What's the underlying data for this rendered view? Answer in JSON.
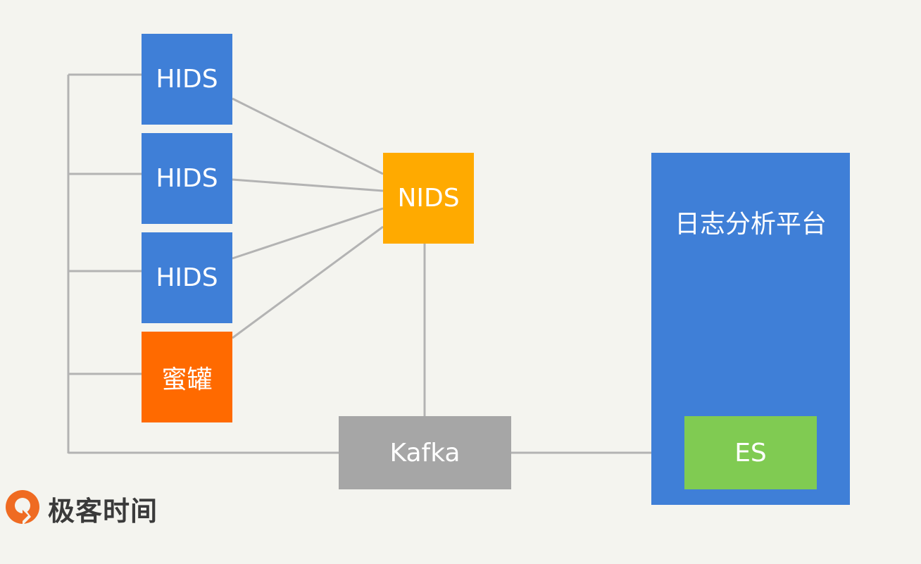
{
  "colors": {
    "background": "#f4f4ef",
    "line": "#b3b3b3",
    "hids": "#3f7fd7",
    "honeypot": "#ff6a00",
    "nids": "#ffaa00",
    "kafka": "#a6a6a6",
    "platform": "#3f7fd7",
    "es": "#80cb52",
    "logo_accent": "#ef6b22",
    "logo_text": "#3a3a3a"
  },
  "nodes": {
    "hids_1": "HIDS",
    "hids_2": "HIDS",
    "hids_3": "HIDS",
    "honeypot": "蜜罐",
    "nids": "NIDS",
    "kafka": "Kafka",
    "platform": "日志分析平台",
    "es": "ES"
  },
  "edges": [
    [
      "hids_1",
      "nids"
    ],
    [
      "hids_2",
      "nids"
    ],
    [
      "hids_3",
      "nids"
    ],
    [
      "honeypot",
      "nids"
    ],
    [
      "nids",
      "kafka"
    ],
    [
      "hids_1",
      "kafka"
    ],
    [
      "hids_2",
      "kafka"
    ],
    [
      "hids_3",
      "kafka"
    ],
    [
      "honeypot",
      "kafka"
    ],
    [
      "kafka",
      "platform"
    ]
  ],
  "logo": {
    "icon": "geektime-logo-icon",
    "text": "极客时间"
  }
}
